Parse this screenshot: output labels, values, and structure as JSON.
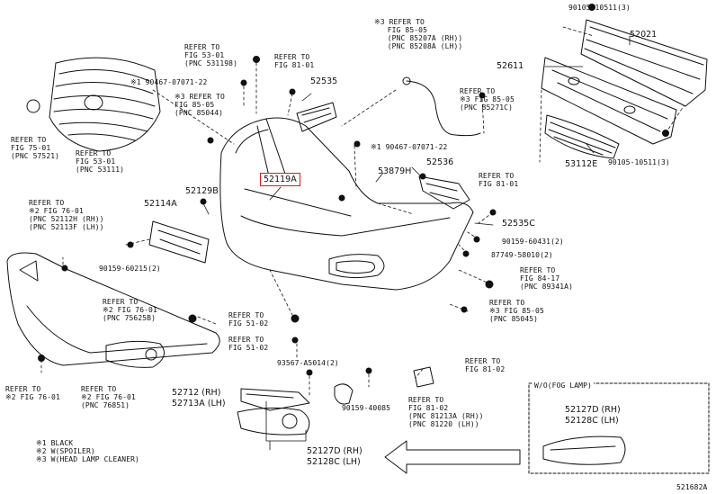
{
  "highlight": {
    "part": "52119A",
    "color": "#d81b1b"
  },
  "parts": {
    "p52021": "52021",
    "p52611": "52611",
    "p53112e": "53112E",
    "p52535": "52535",
    "p52536": "52536",
    "p53879h": "53879H",
    "p52535c": "52535C",
    "p52129b": "52129B",
    "p52114a": "52114A",
    "p52712": "52712 (RH)",
    "p52713a": "52713A (LH)",
    "p52127d": "52127D (RH)",
    "p52128c": "52128C (LH)",
    "p52127d_fog": "52127D (RH)",
    "p52128c_fog": "52128C (LH)"
  },
  "fasteners": {
    "f90105_top": "90105-10511(3)",
    "f90467_a": "※1 90467-07071-22",
    "f90467_b": "※1 90467-07071-22",
    "f90159_60431": "90159-60431(2)",
    "f87749": "87749-58010(2)",
    "f90105_bot": "90105-10511(3)",
    "f90159_60215": "90159-60215(2)",
    "f93567": "93567-A5014(2)",
    "f90159_40085": "90159-40085"
  },
  "refs": {
    "r_fig53_grille": "REFER TO\nFIG 53-01\n(PNC 531198)",
    "r_fig53_left": "REFER TO\nFIG 53-01\n(PNC 53111)",
    "r_fig75": "REFER TO\nFIG 75-01\n(PNC 57521)",
    "r_fig85_05_top": "※3 REFER TO\nFIG 85-05\n(PNC 85044)",
    "r_fig81_01_a": "REFER TO\nFIG 81-01",
    "r_fig85_05_rh": "※3 REFER TO\n   FIG 85-05\n   (PNC 85207A (RH))\n   (PNC 85208A (LH))",
    "r_fig85_05_right": "REFER TO\n※3 FIG 85-05\n(PNC 85271C)",
    "r_fig81_01_b": "REFER TO\nFIG 81-01",
    "r_fig76_01_a": "REFER TO\n※2 FIG 76-01\n(PNC 52112H (RH))\n(PNC 52113F (LH))",
    "r_fig84_17": "REFER TO\nFIG 84-17\n(PNC 89341A)",
    "r_fig85_05_bottom": "REFER TO\n※3 FIG 85-05\n(PNC 85045)",
    "r_fig76_01_b": "REFER TO\n※2 FIG 76-01\n(PNC 75625B)",
    "r_fig51_02_a": "REFER TO\nFIG 51-02",
    "r_fig51_02_b": "REFER TO\nFIG 51-02",
    "r_fig76_01_c": "REFER TO\n※2 FIG 76-01",
    "r_fig76_01_d": "REFER TO\n※2 FIG 76-01\n(PNC 76851)",
    "r_fig81_02_a": "REFER TO\nFIG 81-02",
    "r_fig81_02_b": "REFER TO\nFIG 81-02\n(PNC 81213A (RH))\n(PNC 81220 (LH))"
  },
  "fog_box_title": "W/O(FOG LAMP)",
  "legend": [
    "※1 BLACK",
    "※2 W(SPOILER)",
    "※3 W(HEAD LAMP CLEANER)"
  ],
  "diagram_id": "521682A"
}
